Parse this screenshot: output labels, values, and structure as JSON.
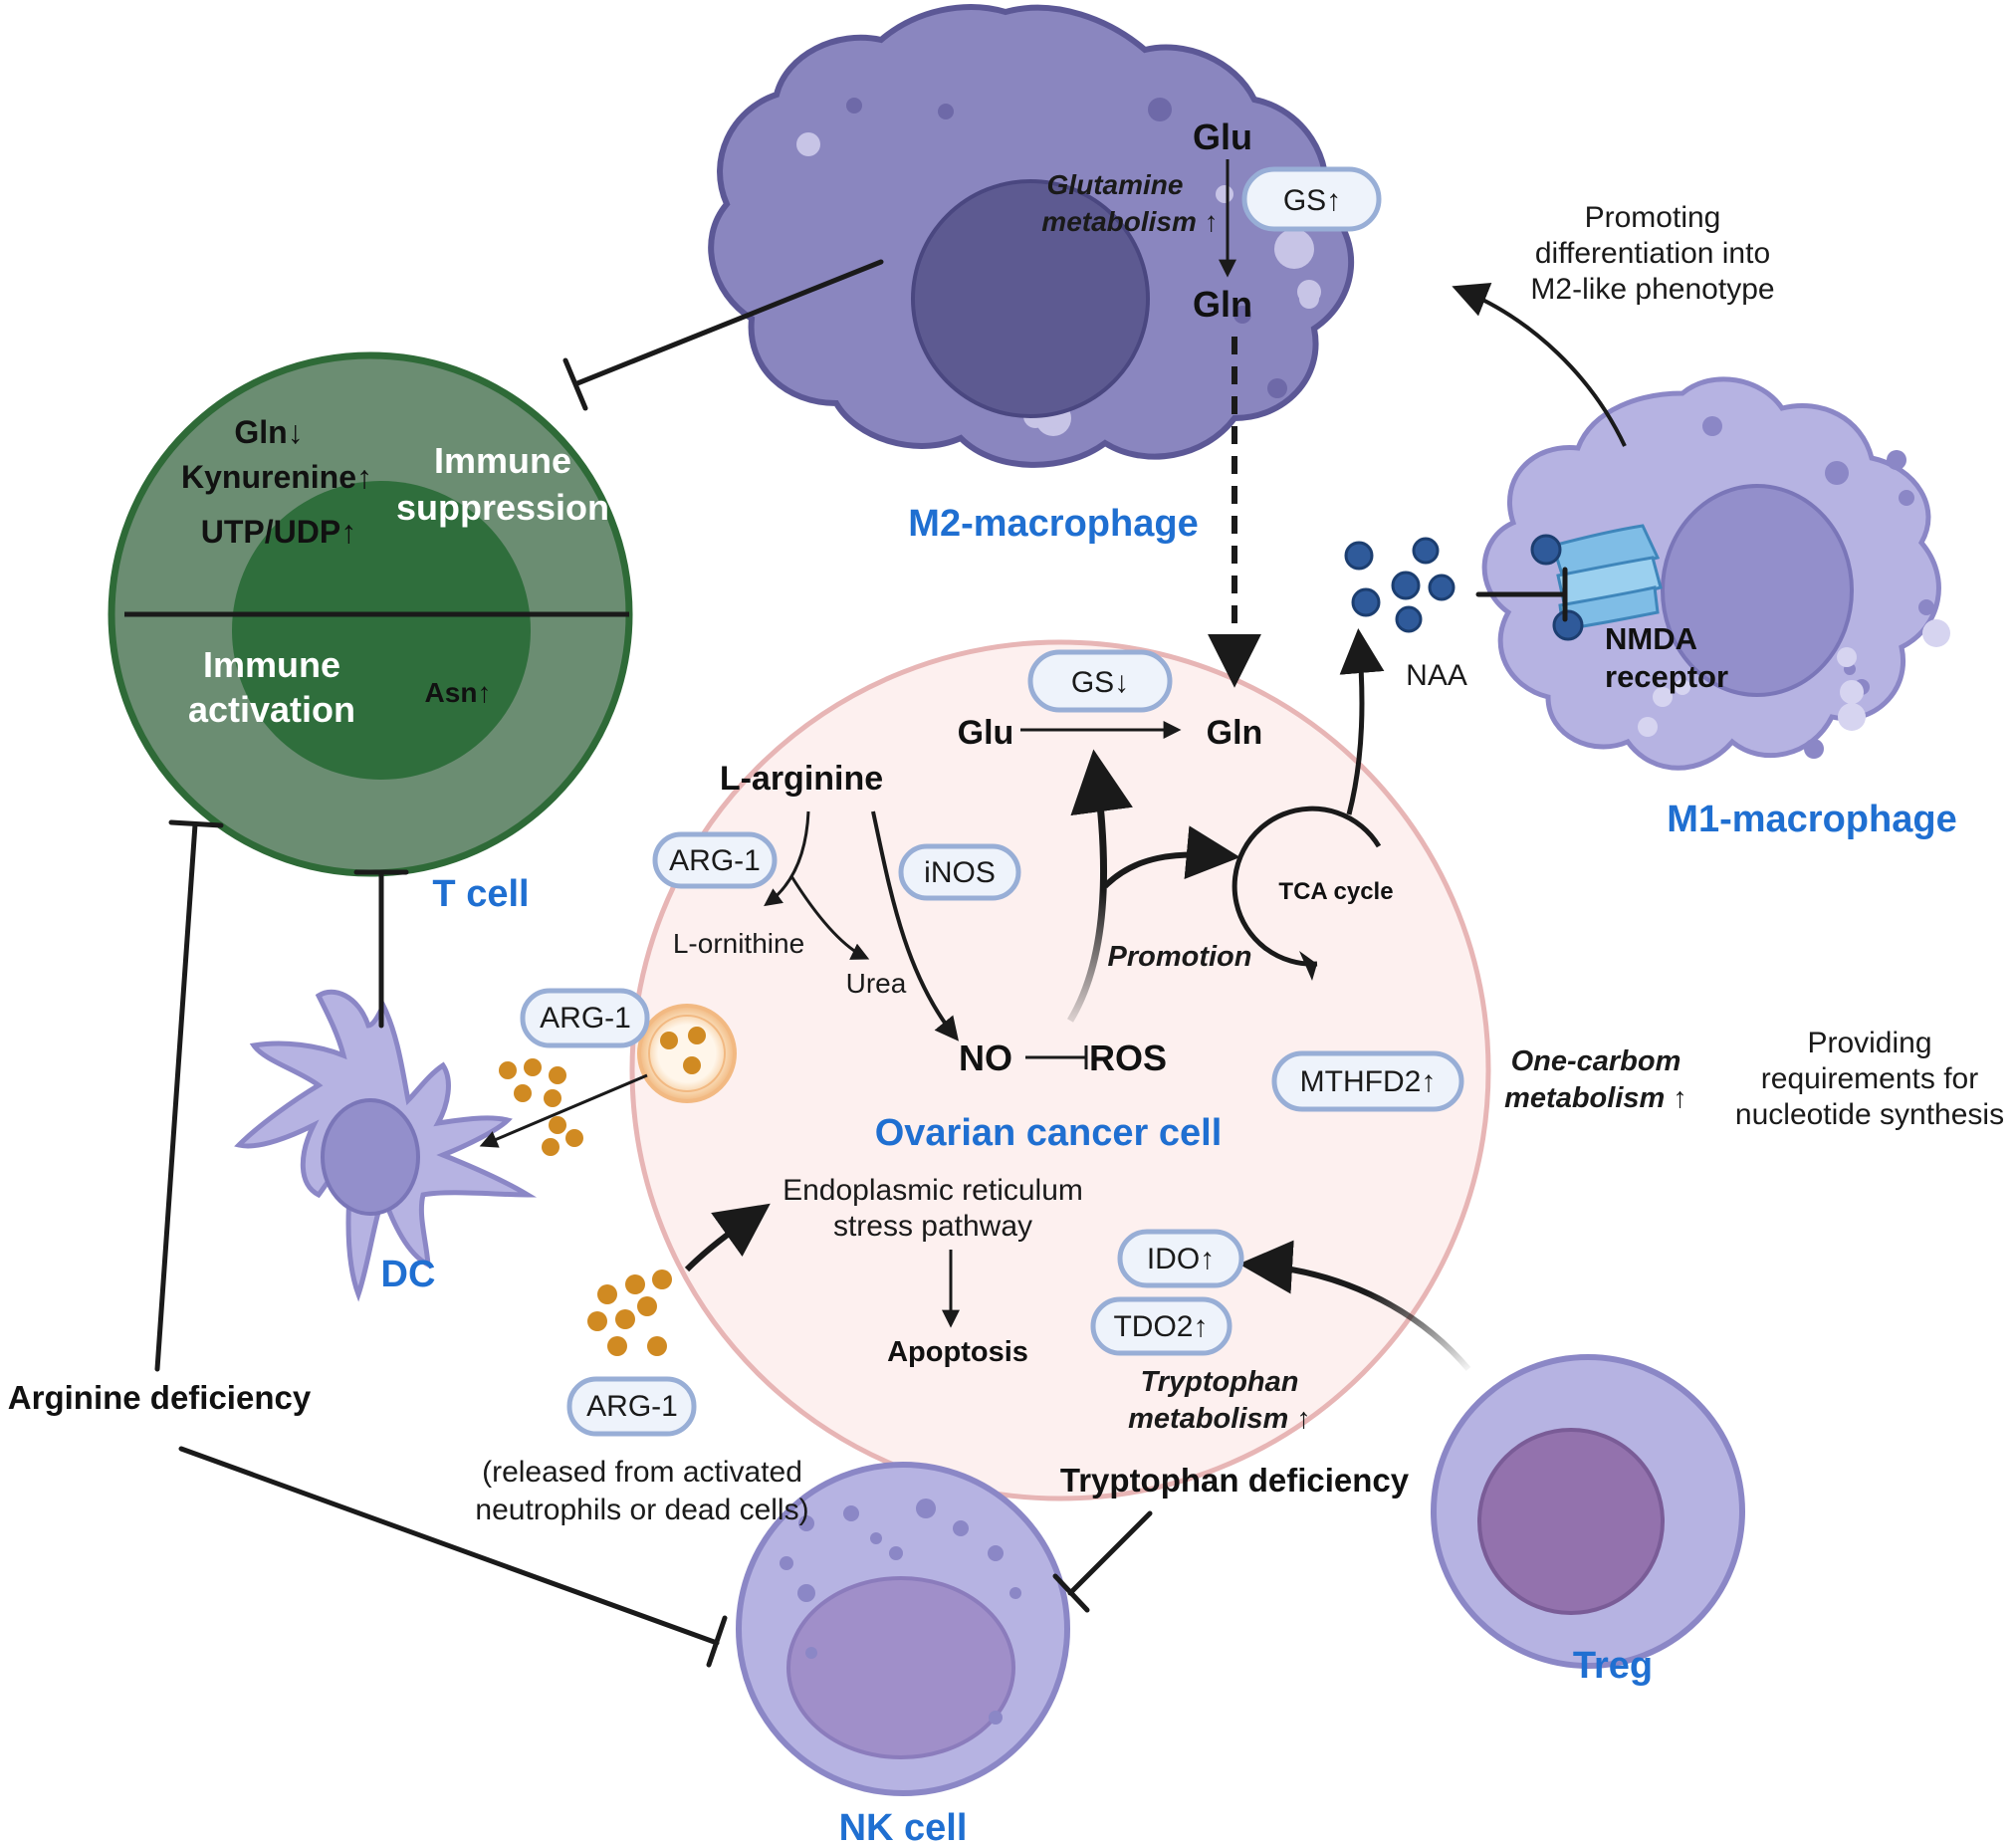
{
  "m2": {
    "label": "M2-macrophage",
    "glu": "Glu",
    "gln": "Gln",
    "gs": "GS↑",
    "metab_line1": "Glutamine",
    "metab_line2": "metabolism ↑"
  },
  "m1": {
    "label": "M1-macrophage",
    "nmda_line1": "NMDA",
    "nmda_line2": "receptor",
    "naa": "NAA",
    "promo_line1": "Promoting",
    "promo_line2": "differentiation into",
    "promo_line3": "M2-like phenotype"
  },
  "tcell": {
    "label": "T cell",
    "gln": "Gln↓",
    "kyn": "Kynurenine↑",
    "utp": "UTP/UDP↑",
    "supp_line1": "Immune",
    "supp_line2": "suppression",
    "act_line1": "Immune",
    "act_line2": "activation",
    "asn": "Asn↑"
  },
  "cancer": {
    "label": "Ovarian cancer cell",
    "gs": "GS↓",
    "glu": "Glu",
    "gln": "Gln",
    "larginine": "L-arginine",
    "arg1": "ARG-1",
    "inos": "iNOS",
    "lornithine": "L-ornithine",
    "urea": "Urea",
    "no": "NO",
    "ros": "ROS",
    "promotion": "Promotion",
    "tca": "TCA cycle",
    "mthfd2": "MTHFD2↑",
    "er_line1": "Endoplasmic reticulum",
    "er_line2": "stress pathway",
    "apoptosis": "Apoptosis",
    "ido": "IDO↑",
    "tdo2": "TDO2↑"
  },
  "onecarbon": {
    "line1": "One-carbom",
    "line2": "metabolism ↑",
    "prov_line1": "Providing",
    "prov_line2": "requirements for",
    "prov_line3": "nucleotide synthesis"
  },
  "tryptophan": {
    "line1": "Tryptophan",
    "line2": "metabolism ↑",
    "deficiency": "Tryptophan deficiency"
  },
  "dc": {
    "label": "DC",
    "arg1": "ARG-1"
  },
  "released": {
    "arg1": "ARG-1",
    "line1": "(released from activated",
    "line2": "neutrophils or dead cells)"
  },
  "arginine_deficiency": "Arginine deficiency",
  "nk": {
    "label": "NK cell"
  },
  "treg": {
    "label": "Treg"
  },
  "colors": {
    "label_blue": "#1f6fd1",
    "m2_body": "#8a86bf",
    "m1_body": "#b6b3e2",
    "tcell_green": "#2f6e3c",
    "cancer_fill": "#fdf0ef",
    "cancer_stroke": "#e7b5b5",
    "pill_fill": "#eef3fb",
    "pill_stroke": "#98aed6",
    "particle": "#d08a22"
  }
}
